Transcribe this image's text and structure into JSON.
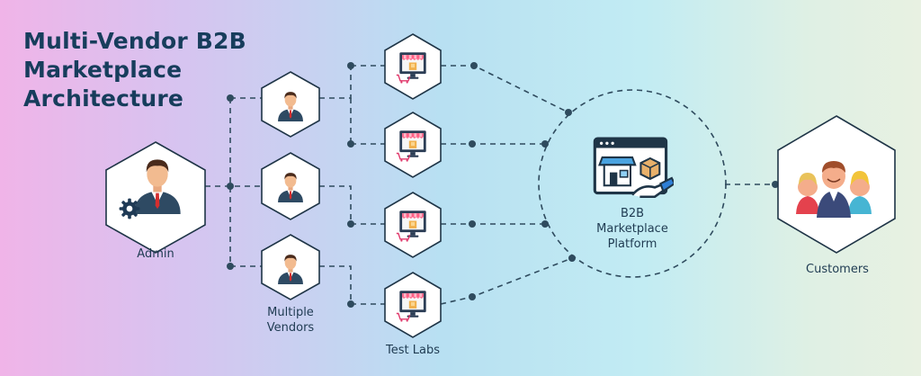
{
  "title": {
    "line1": "Multi-Vendor B2B",
    "line2": "Marketplace",
    "line3": "Architecture"
  },
  "nodes": {
    "admin": {
      "label": "Admin",
      "icon": "admin-gear-icon"
    },
    "vendors": {
      "label_line1": "Multiple",
      "label_line2": "Vendors",
      "icon": "vendor-icon"
    },
    "test_labs": {
      "label": "Test Labs",
      "icon": "storefront-monitor-icon"
    },
    "platform": {
      "label_line1": "B2B",
      "label_line2": "Marketplace",
      "label_line3": "Platform",
      "icon": "marketplace-store-icon"
    },
    "customers": {
      "label": "Customers",
      "icon": "customers-group-icon"
    }
  },
  "colors": {
    "line": "#2f4b5e",
    "hex_fill": "#ffffff",
    "hex_stroke": "#1f3547",
    "title": "#173d5c",
    "label": "#1f3b52"
  }
}
